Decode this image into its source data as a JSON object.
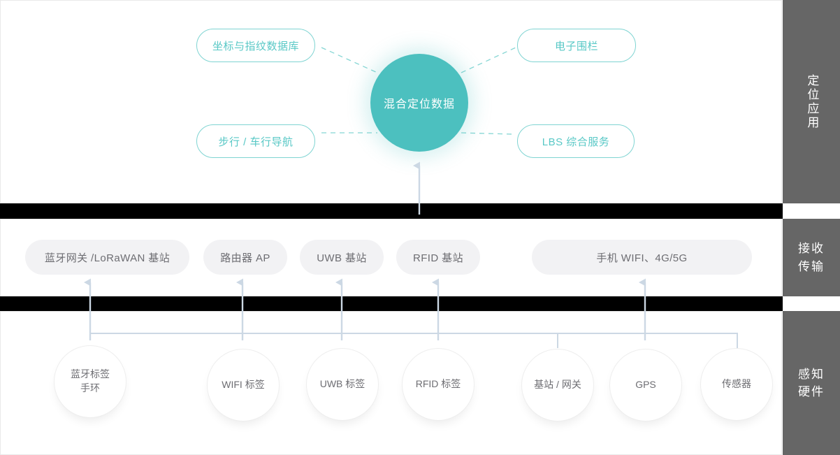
{
  "rail": {
    "layers": [
      {
        "id": "positioning-application",
        "label": "定位应用"
      },
      {
        "id": "receive-transmit",
        "label": "接收\n传输"
      },
      {
        "id": "sensing-hardware",
        "label": "感知\n硬件"
      }
    ]
  },
  "application_layer": {
    "hub": {
      "label": "混合定位数据",
      "color": "#4cc0bf"
    },
    "pills": [
      {
        "id": "coordinate-fingerprint-db",
        "label": "坐标与指纹数据库"
      },
      {
        "id": "walk-drive-navigation",
        "label": "步行 / 车行导航"
      },
      {
        "id": "electronic-fence",
        "label": "电子围栏"
      },
      {
        "id": "lbs-integrated-service",
        "label": "LBS 综合服务"
      }
    ],
    "accent_color": "#58c8c6",
    "border_color": "#7fd4d2"
  },
  "receive_layer": {
    "chips": [
      {
        "id": "bluetooth-gateway-lorawan-base-station",
        "label": "蓝牙网关 /LoRaWAN 基站"
      },
      {
        "id": "router-ap",
        "label": "路由器 AP"
      },
      {
        "id": "uwb-base-station",
        "label": "UWB 基站"
      },
      {
        "id": "rfid-base-station",
        "label": "RFID 基站"
      },
      {
        "id": "mobile-wifi-4g-5g",
        "label": "手机 WIFI、4G/5G"
      }
    ],
    "chip_bg": "#f2f2f4",
    "chip_text": "#6d6d72"
  },
  "hardware_layer": {
    "nodes": [
      {
        "id": "bluetooth-tag-wristband",
        "label": "蓝牙标签\n手环"
      },
      {
        "id": "wifi-tag",
        "label": "WIFI 标签"
      },
      {
        "id": "uwb-tag",
        "label": "UWB 标签"
      },
      {
        "id": "rfid-tag",
        "label": "RFID 标签"
      },
      {
        "id": "base-station-gateway",
        "label": "基站 / 网关"
      },
      {
        "id": "gps",
        "label": "GPS"
      },
      {
        "id": "sensor",
        "label": "传感器"
      }
    ],
    "node_text": "#6d6d72",
    "connector_color": "#ccd8e4"
  },
  "separators": {
    "band_color": "#000000",
    "rail_color": "#666666"
  }
}
